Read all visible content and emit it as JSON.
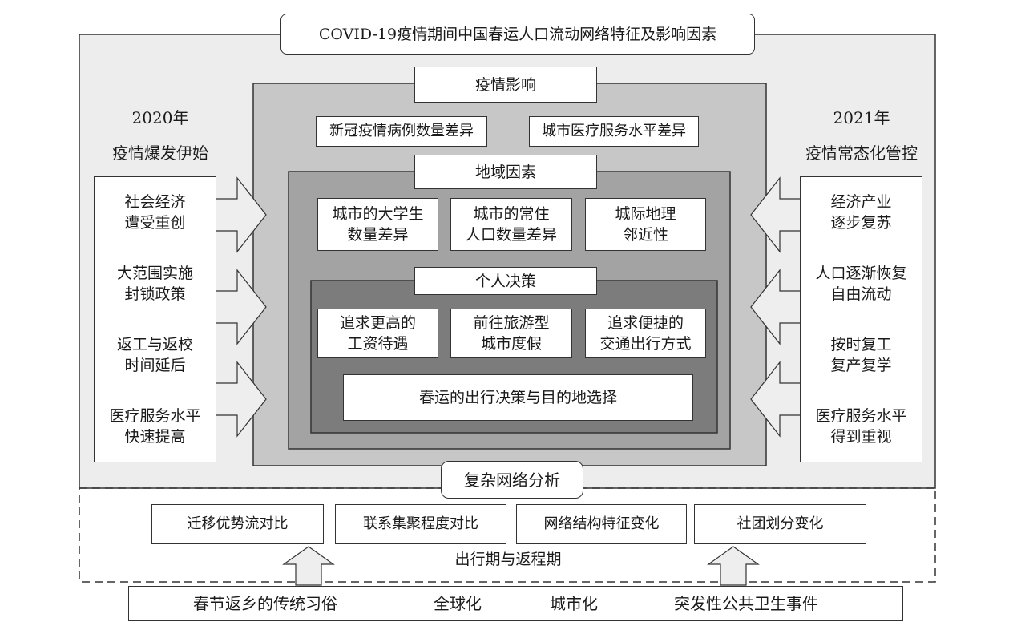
{
  "title": "COVID-19疫情期间中国春运人口流动网络特征及影响因素",
  "left": {
    "year": "2020年",
    "phase": "疫情爆发伊始",
    "items": [
      "社会经济\n遭受重创",
      "大范围实施\n封锁政策",
      "返工与返校\n时间延后",
      "医疗服务水平\n快速提高"
    ]
  },
  "right": {
    "year": "2021年",
    "phase": "疫情常态化管控",
    "items": [
      "经济产业\n逐步复苏",
      "人口逐渐恢复\n自由流动",
      "按时复工\n复产复学",
      "医疗服务水平\n得到重视"
    ]
  },
  "epidemic": {
    "title": "疫情影响",
    "items": [
      "新冠疫情病例数量差异",
      "城市医疗服务水平差异"
    ]
  },
  "regional": {
    "title": "地域因素",
    "items": [
      "城市的大学生\n数量差异",
      "城市的常住\n人口数量差异",
      "城际地理\n邻近性"
    ]
  },
  "personal": {
    "title": "个人决策",
    "items": [
      "追求更高的\n工资待遇",
      "前往旅游型\n城市度假",
      "追求便捷的\n交通出行方式"
    ],
    "outcome": "春运的出行决策与目的地选择"
  },
  "analysis": {
    "title": "复杂网络分析",
    "items": [
      "迁移优势流对比",
      "联系集聚程度对比",
      "网络结构特征变化",
      "社团划分变化"
    ],
    "period": "出行期与返程期"
  },
  "background": {
    "items": [
      "春节返乡的传统习俗",
      "全球化",
      "城市化",
      "突发性公共卫生事件"
    ]
  },
  "colors": {
    "outer_fill": "#ededed",
    "layer1_fill": "#c7c7c7",
    "layer2_fill": "#a3a3a3",
    "layer3_fill": "#7c7c7c",
    "arrow_fill": "#eeeeee",
    "stroke": "#333333"
  }
}
